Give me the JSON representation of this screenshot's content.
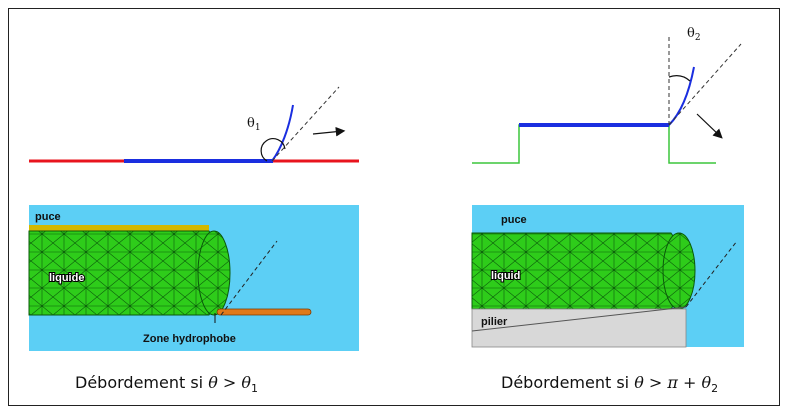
{
  "left": {
    "angle_label": "θ",
    "angle_sub": "1",
    "puce_label": "puce",
    "liquid_label": "liquide",
    "zone_label": "Zone hydrophobe",
    "caption_text": "Débordement si ",
    "caption_math": "θ > θ",
    "caption_sub": "1"
  },
  "right": {
    "angle_label": "θ",
    "angle_sub": "2",
    "puce_label": "puce",
    "liquid_label": "liquid",
    "pillar_label": "pilier",
    "caption_text": "Débordement si ",
    "caption_math": "θ > π + θ",
    "caption_sub": "2"
  },
  "colors": {
    "substrate_red": "#e8141e",
    "liquid_blue": "#1a2ee0",
    "pillar_green": "#3cc63c",
    "sky_blue": "#5ccff5",
    "liquid_green": "#2ecc1a",
    "hydrophobe_orange": "#e07a1a",
    "pillar_grey": "#d8d8d8"
  }
}
